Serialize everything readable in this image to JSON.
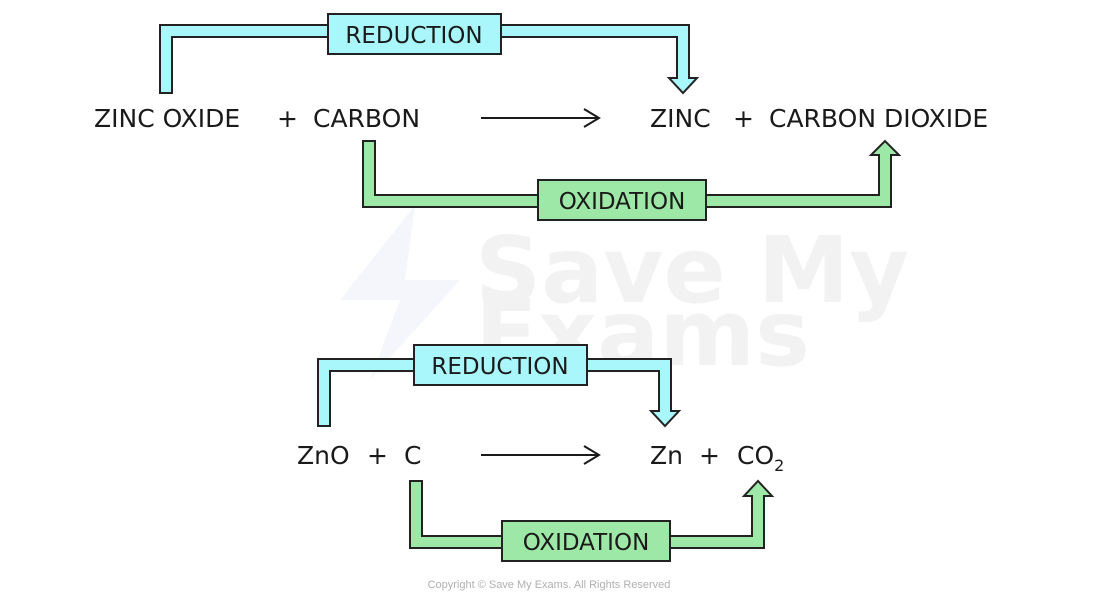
{
  "colors": {
    "reduction": "#aaf7fb",
    "oxidation": "#9de8a6",
    "text": "#1a1a1a"
  },
  "watermark": {
    "line1": "Save My",
    "line2": "Exams"
  },
  "word_equation": {
    "reactants": [
      "ZINC OXIDE",
      "CARBON"
    ],
    "products": [
      "ZINC",
      "CARBON DIOXIDE"
    ],
    "plus": "+",
    "reduction_label": "REDUCTION",
    "oxidation_label": "OXIDATION"
  },
  "symbol_equation": {
    "reactants": [
      "ZnO",
      "C"
    ],
    "products": [
      "Zn",
      "CO"
    ],
    "co2_subscript": "2",
    "plus": "+",
    "reduction_label": "REDUCTION",
    "oxidation_label": "OXIDATION"
  },
  "copyright": "Copyright © Save My Exams. All Rights Reserved"
}
